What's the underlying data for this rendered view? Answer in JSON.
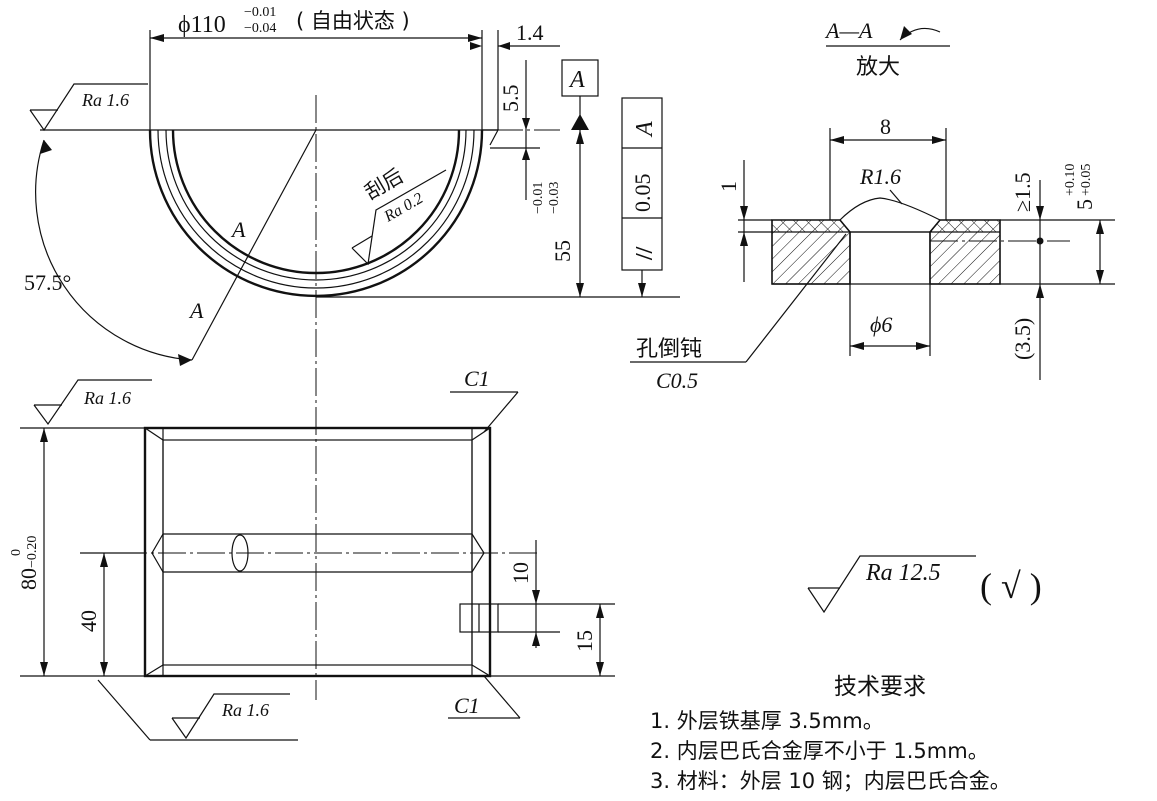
{
  "top_view": {
    "diameter_label": "ϕ110",
    "diameter_tol_upper": "−0.01",
    "diameter_tol_lower": "−0.04",
    "diameter_note": "( 自由状态 )",
    "dim_1_4": "1.4",
    "dim_5_5": "5.5",
    "datum_letter": "A",
    "roughness_left": "Ra 1.6",
    "scrape_note": "刮后",
    "roughness_scrape": "Ra 0.2",
    "section_letter_a1": "A",
    "section_letter_a2": "A",
    "angle_label": "57.5°",
    "height_label": "55",
    "height_tol_upper": "−0.01",
    "height_tol_lower": "−0.03",
    "tol_symbol": "//",
    "tol_value": "0.05",
    "tol_datum": "A"
  },
  "front_view": {
    "roughness_top": "Ra 1.6",
    "roughness_bottom": "Ra 1.6",
    "chamfer_top": "C1",
    "chamfer_bottom": "C1",
    "height_label": "80",
    "height_tol_upper": "0",
    "height_tol_lower": "−0.20",
    "dim_40": "40",
    "dim_10": "10",
    "dim_15": "15"
  },
  "section_view": {
    "title": "A—A",
    "subtitle": "放大",
    "dim_8": "8",
    "radius_label": "R1.6",
    "dim_1": "1",
    "dim_min": "≥1.5",
    "dim_5": "5",
    "dim_5_tol_upper": "+0.10",
    "dim_5_tol_lower": "+0.05",
    "hole_dia": "ϕ6",
    "dim_3_5": "(3.5)",
    "hole_note": "孔倒钝",
    "hole_chamfer": "C0.5"
  },
  "general_roughness": {
    "value": "Ra 12.5",
    "bracket": "( √ )"
  },
  "requirements": {
    "title": "技术要求",
    "items": [
      "1. 外层铁基厚 3.5mm。",
      "2. 内层巴氏合金厚不小于 1.5mm。",
      "3. 材料：外层 10 钢；内层巴氏合金。"
    ]
  }
}
